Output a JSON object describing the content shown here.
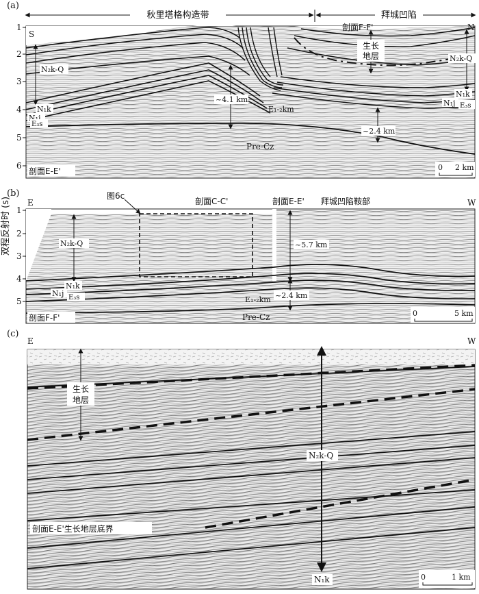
{
  "figure": {
    "panel_a": {
      "tag": "(a)",
      "zone_left": "秋里塔格构造带",
      "zone_right": "拜城凹陷",
      "dir_left": "S",
      "dir_right": "N",
      "section_ref": "剖面F-F'",
      "growth_label_1": "生长",
      "growth_label_2": "地层",
      "unit_n2kq_left": "N₂k-Q",
      "unit_n2kq_right": "N₂k-Q",
      "unit_n1k_left": "N₁k",
      "unit_n1k_right": "N₁k",
      "unit_n1j_left": "N₁j",
      "unit_n1j_right": "N₁j",
      "unit_e3s_left": "E₃s",
      "unit_e3s_right": "E₃s",
      "unit_e12km": "E₁-₂km",
      "unit_precz": "Pre-Cz",
      "thick_1": "~4.1 km",
      "thick_2": "~2.4 km",
      "section_name": "剖面E-E'",
      "scale_0": "0",
      "scale_end": "2 km",
      "yticks": [
        "1",
        "2",
        "3",
        "4",
        "5",
        "6"
      ]
    },
    "panel_b": {
      "tag": "(b)",
      "dir_left": "E",
      "dir_right": "W",
      "fig_ref": "图6c",
      "section_ref_1": "剖面C-C'",
      "section_ref_2": "剖面E-E'",
      "saddle": "拜城凹陷鞍部",
      "unit_n2kq": "N₂k-Q",
      "unit_n1k": "N₁k",
      "unit_n1j": "N₁j",
      "unit_e3s": "E₃s",
      "unit_e12km": "E₁-₂km",
      "unit_precz": "Pre-Cz",
      "thick_1": "~5.7 km",
      "thick_2": "~2.4 km",
      "section_name": "剖面F-F'",
      "scale_0": "0",
      "scale_end": "5 km",
      "yticks": [
        "1",
        "2",
        "3",
        "4",
        "5"
      ]
    },
    "panel_c": {
      "tag": "(c)",
      "dir_left": "E",
      "dir_right": "W",
      "growth_label_1": "生长",
      "growth_label_2": "地层",
      "unit_n2kq": "N₂k-Q",
      "unit_n1k": "N₁k",
      "boundary": "剖面E-E'生长地层底界",
      "scale_0": "0",
      "scale_end": "1 km"
    },
    "y_axis_title": "双程反射时 (s)"
  }
}
